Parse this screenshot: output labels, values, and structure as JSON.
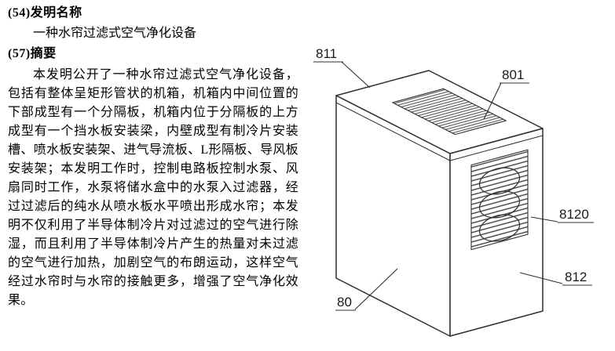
{
  "document": {
    "field54_label": "(54)发明名称",
    "title": "一种水帘过滤式空气净化设备",
    "field57_label": "(57)摘要",
    "abstract": "本发明公开了一种水帘过滤式空气净化设备，包括有整体呈矩形管状的机箱，机箱内中间位置的下部成型有一个分隔板，机箱内位于分隔板的上方成型有一个挡水板安装梁，内壁成型有制冷片安装槽、喷水板安装架、进气导流板、L形隔板、导风板安装架；本发明工作时，控制电路板控制水泵、风扇同时工作，水泵将储水盒中的水泵入过滤器，经过过滤后的纯水从喷水板水平喷出形成水帘；本发明不仅利用了半导体制冷片对过滤过的空气进行除湿，而且利用了半导体制冷片产生的热量对未过滤的空气进行加热，加剧空气的布朗运动，这样空气经过水帘时与水帘的接触更多，增强了空气净化效果。"
  },
  "figure": {
    "labels": [
      {
        "id": "811"
      },
      {
        "id": "801"
      },
      {
        "id": "8120"
      },
      {
        "id": "812"
      },
      {
        "id": "80"
      }
    ]
  },
  "colors": {
    "line": "#2f2f2f",
    "text": "#000000",
    "background": "#ffffff"
  }
}
